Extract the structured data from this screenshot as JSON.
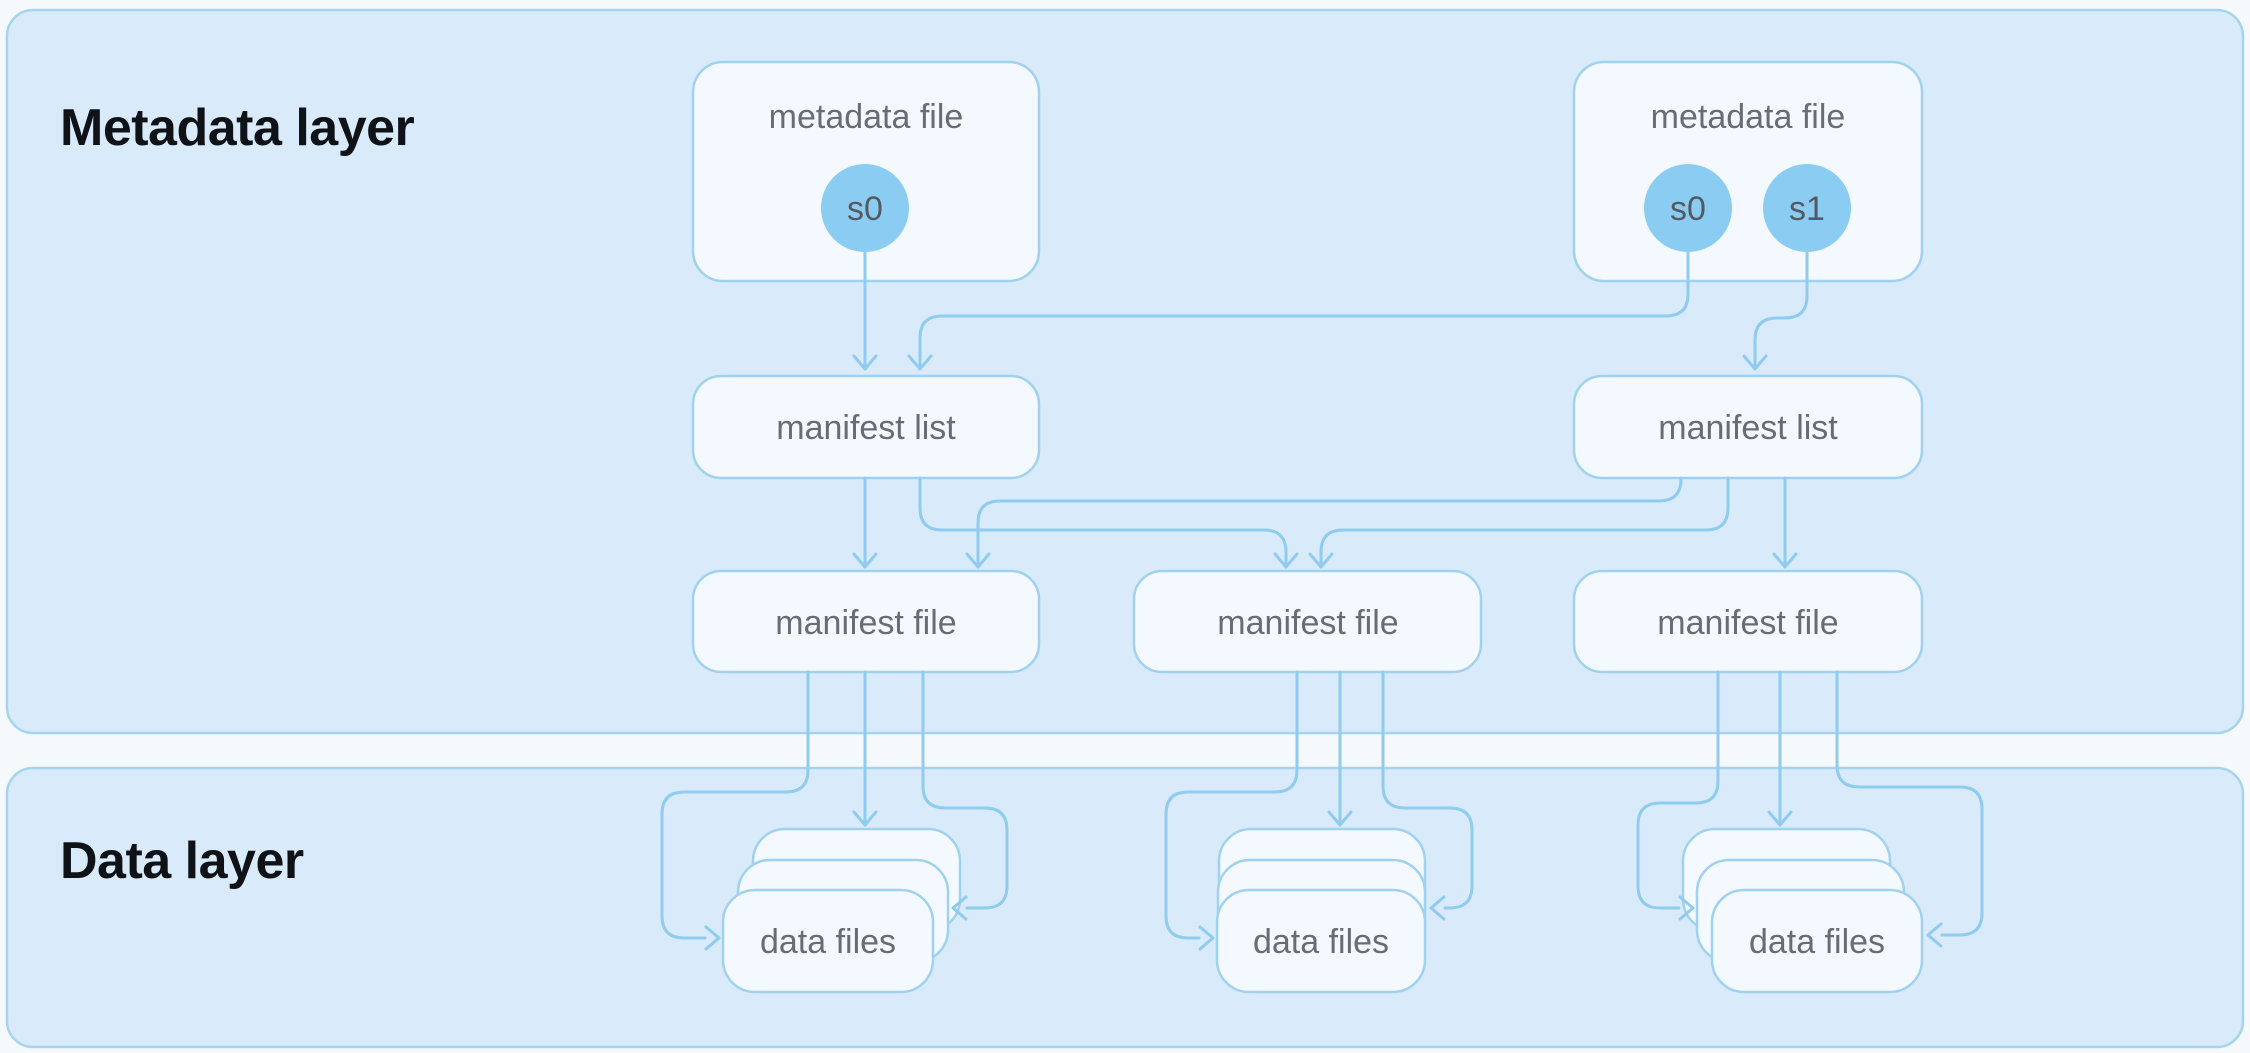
{
  "layers": {
    "metadata": {
      "title": "Metadata layer"
    },
    "data": {
      "title": "Data layer"
    }
  },
  "nodes": {
    "metadata_file_1": {
      "label": "metadata file",
      "snapshots": [
        "s0"
      ]
    },
    "metadata_file_2": {
      "label": "metadata file",
      "snapshots": [
        "s0",
        "s1"
      ]
    },
    "manifest_list_1": {
      "label": "manifest list"
    },
    "manifest_list_2": {
      "label": "manifest list"
    },
    "manifest_file_1": {
      "label": "manifest file"
    },
    "manifest_file_2": {
      "label": "manifest file"
    },
    "manifest_file_3": {
      "label": "manifest file"
    },
    "data_files_1": {
      "label": "data files"
    },
    "data_files_2": {
      "label": "data files"
    },
    "data_files_3": {
      "label": "data files"
    }
  },
  "colors": {
    "page_bg": "#f6f9fb",
    "container_fill": "#d9ebfb",
    "container_stroke": "#a6d4f0",
    "node_fill": "#f3f9fe",
    "node_stroke": "#a0d2f0",
    "edge_color": "#90cbf0",
    "snapshot_fill": "#8bcdf2",
    "snapshot_text": "#545a61",
    "label_color": "#686d73",
    "title_color": "#0f1317"
  }
}
